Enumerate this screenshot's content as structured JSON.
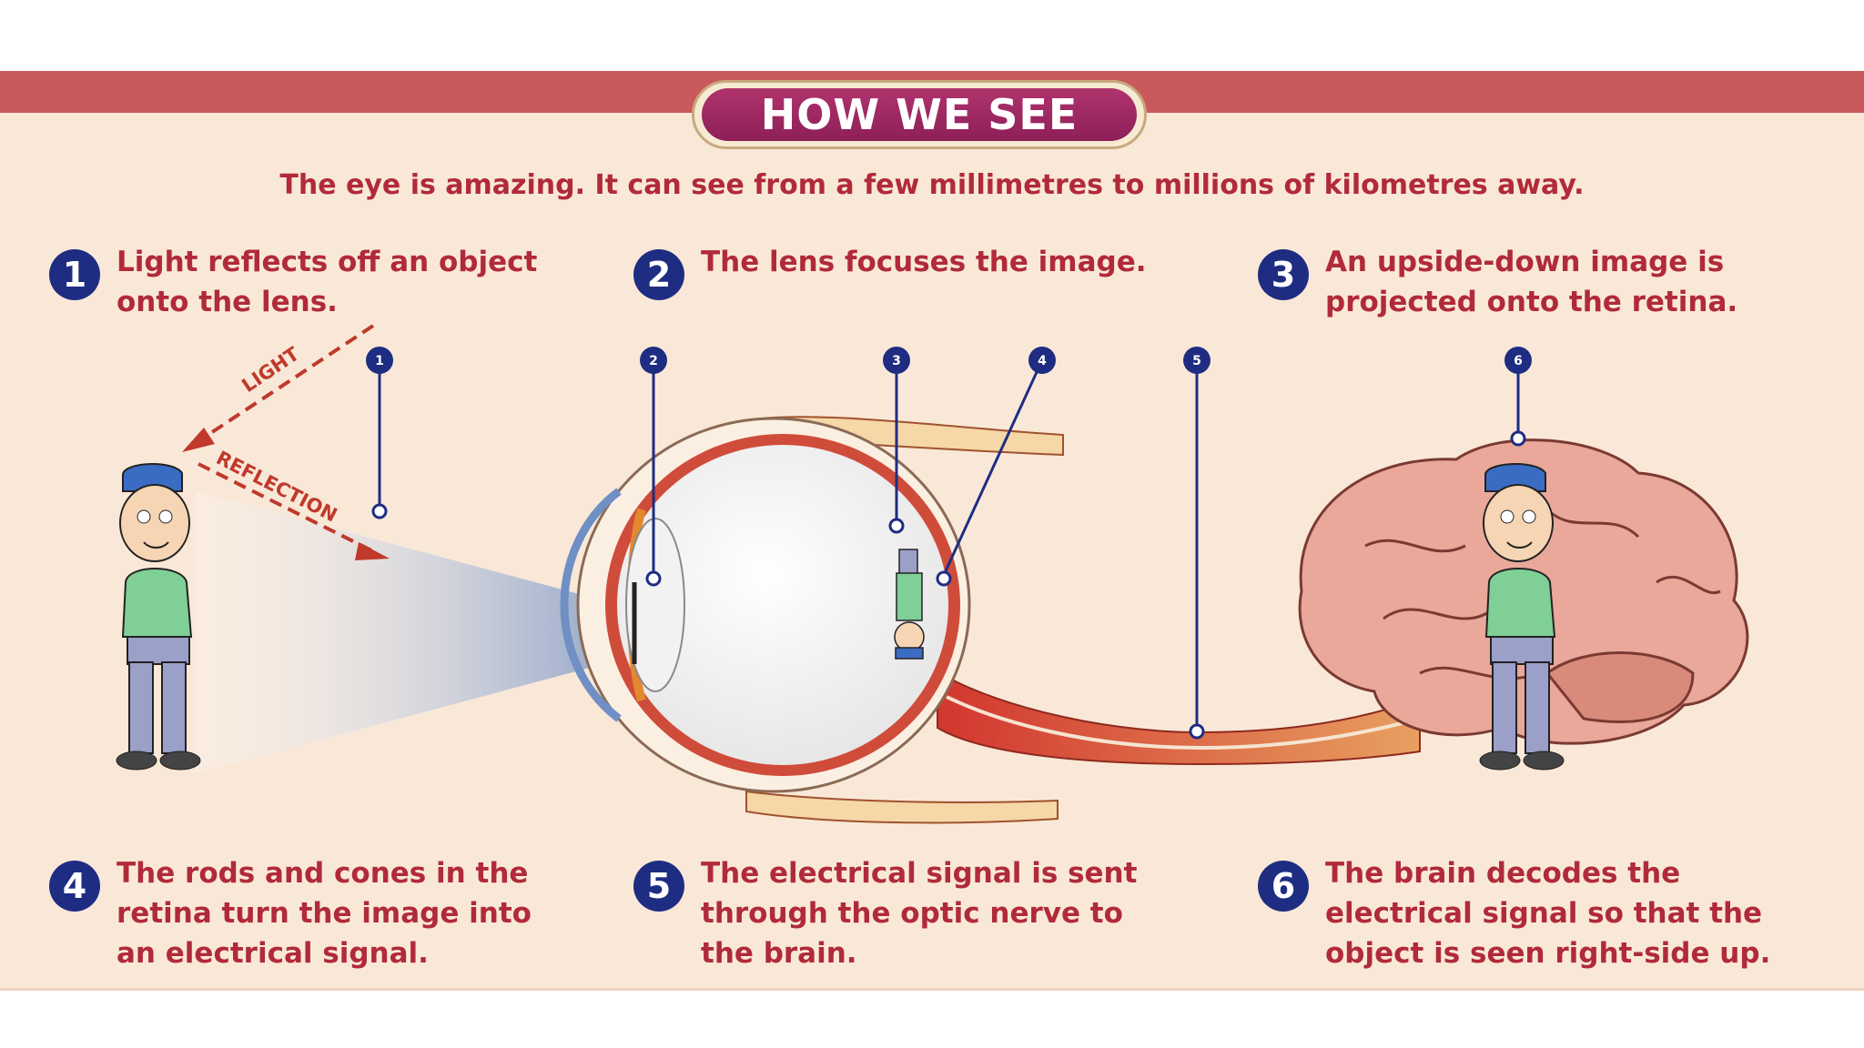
{
  "title": "HOW WE SEE",
  "subtitle": "The eye is amazing. It can see from a few millimetres to millions of kilometres away.",
  "steps": [
    {
      "num": "1",
      "line1": "Light reflects off an object",
      "line2": "onto the lens.",
      "line3": ""
    },
    {
      "num": "2",
      "line1": "The lens focuses the image.",
      "line2": "",
      "line3": ""
    },
    {
      "num": "3",
      "line1": "An upside-down image is",
      "line2": "projected onto the retina.",
      "line3": ""
    },
    {
      "num": "4",
      "line1": "The rods and cones in the",
      "line2": "retina turn the image into",
      "line3": "an electrical signal."
    },
    {
      "num": "5",
      "line1": "The electrical signal is sent",
      "line2": "through the optic nerve to",
      "line3": "the brain."
    },
    {
      "num": "6",
      "line1": "The brain decodes the",
      "line2": "electrical signal so that the",
      "line3": "object is seen right-side up."
    }
  ],
  "diagram": {
    "light_label": "LIGHT",
    "reflection_label": "REFLECTION",
    "markers": [
      "1",
      "2",
      "3",
      "4",
      "5",
      "6"
    ]
  },
  "colors": {
    "header_band": "#c9595b",
    "title_pill": "#9c2660",
    "text_red": "#b12a3a",
    "number_navy": "#1e2d82",
    "background": "#f9e8d8"
  }
}
